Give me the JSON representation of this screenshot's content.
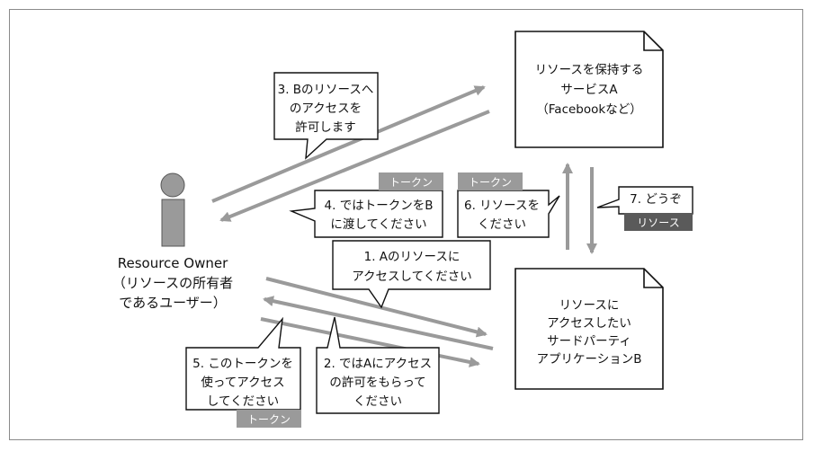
{
  "boxes": {
    "service_a": [
      "リソースを保持する",
      "サービスA",
      "（Facebookなど）"
    ],
    "app_b": [
      "リソースに",
      "アクセスしたい",
      "サードパーティ",
      "アプリケーションB"
    ]
  },
  "owner": [
    "Resource Owner",
    "（リソースの所有者",
    "であるユーザー）"
  ],
  "callouts": {
    "step1": [
      "1. Aのリソースに",
      "アクセスしてください"
    ],
    "step2": [
      "2. ではAにアクセス",
      "の許可をもらって",
      "ください"
    ],
    "step3": [
      "3. Bのリソースへ",
      "のアクセスを",
      "許可します"
    ],
    "step4": [
      "4. ではトークンをB",
      "に渡してください"
    ],
    "step5": [
      "5. このトークンを",
      "使ってアクセス",
      "してください"
    ],
    "step6": [
      "6. リソースを",
      "ください"
    ],
    "step7": [
      "7. どうぞ"
    ]
  },
  "tags": {
    "token_4": "トークン",
    "token_5": "トークン",
    "token_6": "トークン",
    "resource_7": "リソース"
  },
  "colors": {
    "arrow": "#9a9a9a",
    "person": "#9a9a9a",
    "token_tag": "#9a9a9a",
    "resource_tag": "#5a5a5a",
    "border": "#111111"
  }
}
